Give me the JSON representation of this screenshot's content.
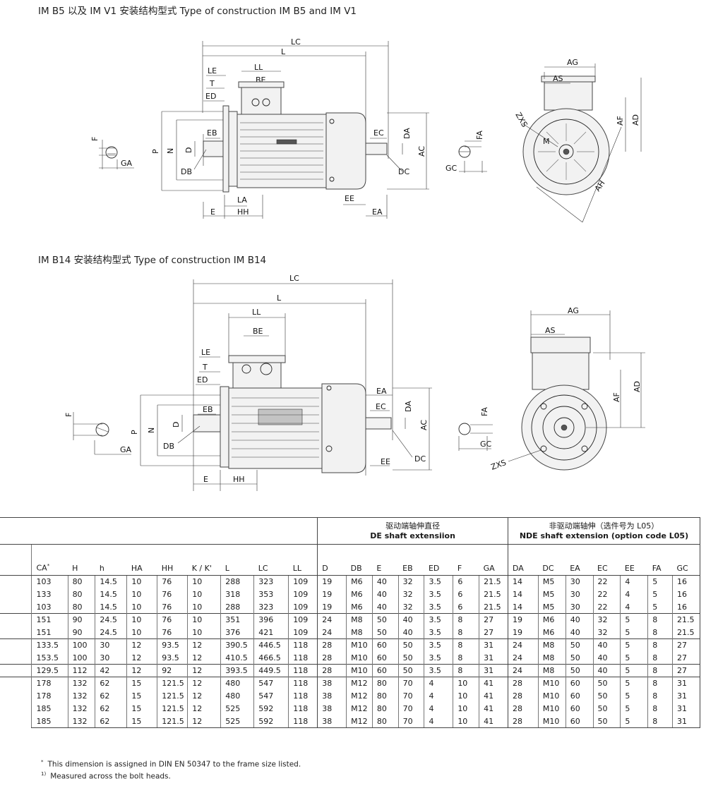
{
  "titles": {
    "b5": "IM B5 以及 IM V1 安装结构型式   Type of construction IM B5 and IM V1",
    "b14": "IM B14 安装结构型式   Type of construction IM B14"
  },
  "drawing_labels": {
    "LC": "LC",
    "L": "L",
    "LL": "LL",
    "BE": "BE",
    "LE": "LE",
    "T": "T",
    "ED": "ED",
    "EB": "EB",
    "P": "P",
    "N": "N",
    "D": "D",
    "DB": "DB",
    "E": "E",
    "LA": "LA",
    "HH": "HH",
    "EC": "EC",
    "DA": "DA",
    "AC": "AC",
    "DC": "DC",
    "EE": "EE",
    "EA": "EA",
    "F": "F",
    "GA": "GA",
    "FA": "FA",
    "GC": "GC",
    "AG": "AG",
    "AS": "AS",
    "AF": "AF",
    "AD": "AD",
    "ZXS": "ZXS",
    "M": "M",
    "AH": "AH"
  },
  "table": {
    "de_group_cn": "驱动端轴伸直径",
    "de_group_en": "DE shaft extensiion",
    "nde_group_cn": "非驱动端轴伸（选件号为 L05）",
    "nde_group_en": "NDE shaft extension  (option code L05)",
    "ca_label": "CA",
    "ca_mark": "*",
    "columns": [
      "H",
      "h",
      "HA",
      "HH",
      "K / K'",
      "L",
      "LC",
      "LL",
      "D",
      "DB",
      "E",
      "EB",
      "ED",
      "F",
      "GA",
      "DA",
      "DC",
      "EA",
      "EC",
      "EE",
      "FA",
      "GC"
    ],
    "rows": [
      [
        "103",
        "80",
        "14.5",
        "10",
        "76",
        "10",
        "288",
        "323",
        "109",
        "19",
        "M6",
        "40",
        "32",
        "3.5",
        "6",
        "21.5",
        "14",
        "M5",
        "30",
        "22",
        "4",
        "5",
        "16"
      ],
      [
        "133",
        "80",
        "14.5",
        "10",
        "76",
        "10",
        "318",
        "353",
        "109",
        "19",
        "M6",
        "40",
        "32",
        "3.5",
        "6",
        "21.5",
        "14",
        "M5",
        "30",
        "22",
        "4",
        "5",
        "16"
      ],
      [
        "103",
        "80",
        "14.5",
        "10",
        "76",
        "10",
        "288",
        "323",
        "109",
        "19",
        "M6",
        "40",
        "32",
        "3.5",
        "6",
        "21.5",
        "14",
        "M5",
        "30",
        "22",
        "4",
        "5",
        "16"
      ],
      [
        "151",
        "90",
        "24.5",
        "10",
        "76",
        "10",
        "351",
        "396",
        "109",
        "24",
        "M8",
        "50",
        "40",
        "3.5",
        "8",
        "27",
        "19",
        "M6",
        "40",
        "32",
        "5",
        "8",
        "21.5"
      ],
      [
        "151",
        "90",
        "24.5",
        "10",
        "76",
        "10",
        "376",
        "421",
        "109",
        "24",
        "M8",
        "50",
        "40",
        "3.5",
        "8",
        "27",
        "19",
        "M6",
        "40",
        "32",
        "5",
        "8",
        "21.5"
      ],
      [
        "133.5",
        "100",
        "30",
        "12",
        "93.5",
        "12",
        "390.5",
        "446.5",
        "118",
        "28",
        "M10",
        "60",
        "50",
        "3.5",
        "8",
        "31",
        "24",
        "M8",
        "50",
        "40",
        "5",
        "8",
        "27"
      ],
      [
        "153.5",
        "100",
        "30",
        "12",
        "93.5",
        "12",
        "410.5",
        "466.5",
        "118",
        "28",
        "M10",
        "60",
        "50",
        "3.5",
        "8",
        "31",
        "24",
        "M8",
        "50",
        "40",
        "5",
        "8",
        "27"
      ],
      [
        "129.5",
        "112",
        "42",
        "12",
        "92",
        "12",
        "393.5",
        "449.5",
        "118",
        "28",
        "M10",
        "60",
        "50",
        "3.5",
        "8",
        "31",
        "24",
        "M8",
        "50",
        "40",
        "5",
        "8",
        "27"
      ],
      [
        "178",
        "132",
        "62",
        "15",
        "121.5",
        "12",
        "480",
        "547",
        "118",
        "38",
        "M12",
        "80",
        "70",
        "4",
        "10",
        "41",
        "28",
        "M10",
        "60",
        "50",
        "5",
        "8",
        "31"
      ],
      [
        "178",
        "132",
        "62",
        "15",
        "121.5",
        "12",
        "480",
        "547",
        "118",
        "38",
        "M12",
        "80",
        "70",
        "4",
        "10",
        "41",
        "28",
        "M10",
        "60",
        "50",
        "5",
        "8",
        "31"
      ],
      [
        "185",
        "132",
        "62",
        "15",
        "121.5",
        "12",
        "525",
        "592",
        "118",
        "38",
        "M12",
        "80",
        "70",
        "4",
        "10",
        "41",
        "28",
        "M10",
        "60",
        "50",
        "5",
        "8",
        "31"
      ],
      [
        "185",
        "132",
        "62",
        "15",
        "121.5",
        "12",
        "525",
        "592",
        "118",
        "38",
        "M12",
        "80",
        "70",
        "4",
        "10",
        "41",
        "28",
        "M10",
        "60",
        "50",
        "5",
        "8",
        "31"
      ]
    ]
  },
  "notes": {
    "n1_mark": "*",
    "n1": "This dimension is assigned in DIN EN 50347 to the frame size listed.",
    "n2_mark": "1)",
    "n2": "Measured across the bolt heads."
  }
}
